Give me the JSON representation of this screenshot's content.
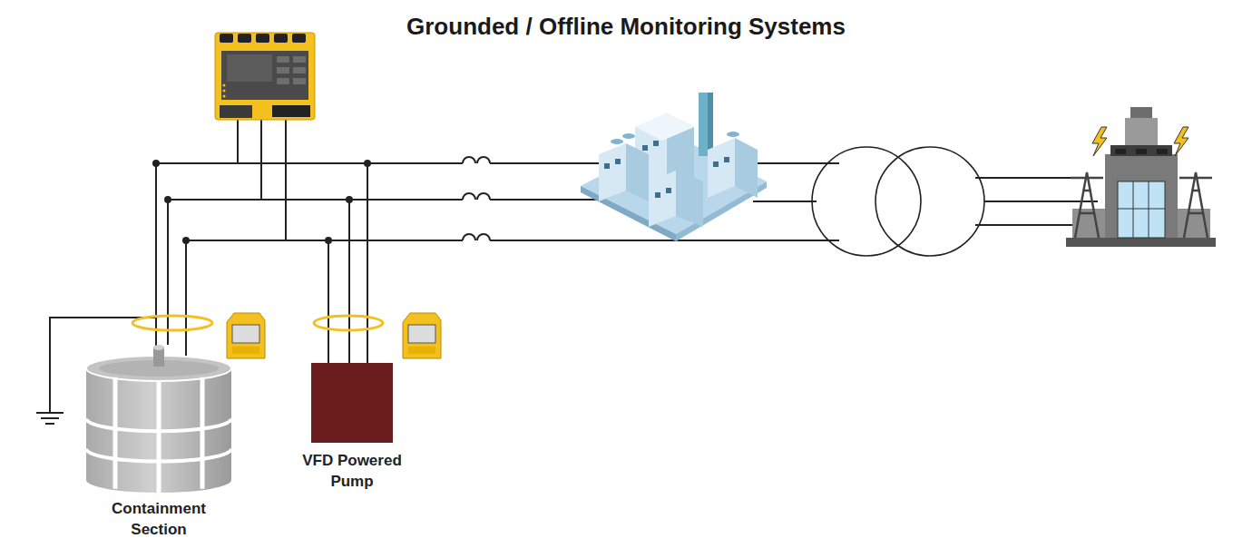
{
  "diagram": {
    "title": "Grounded / Offline Monitoring Systems",
    "nodes": [
      {
        "text": [
          "Containment Section"
        ]
      },
      {
        "text": [
          "VFD Powered Pump"
        ]
      }
    ]
  }
}
